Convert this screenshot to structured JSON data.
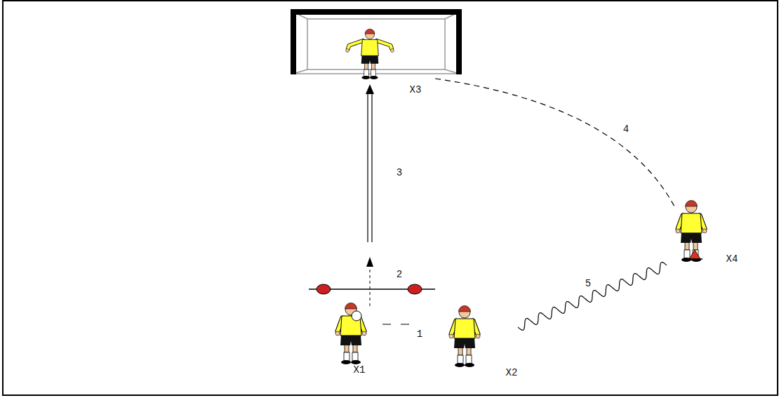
{
  "diagram": {
    "labels": [
      "X3",
      "4",
      "3",
      "X4",
      "2",
      "5",
      "1",
      "X1",
      "X2"
    ]
  }
}
